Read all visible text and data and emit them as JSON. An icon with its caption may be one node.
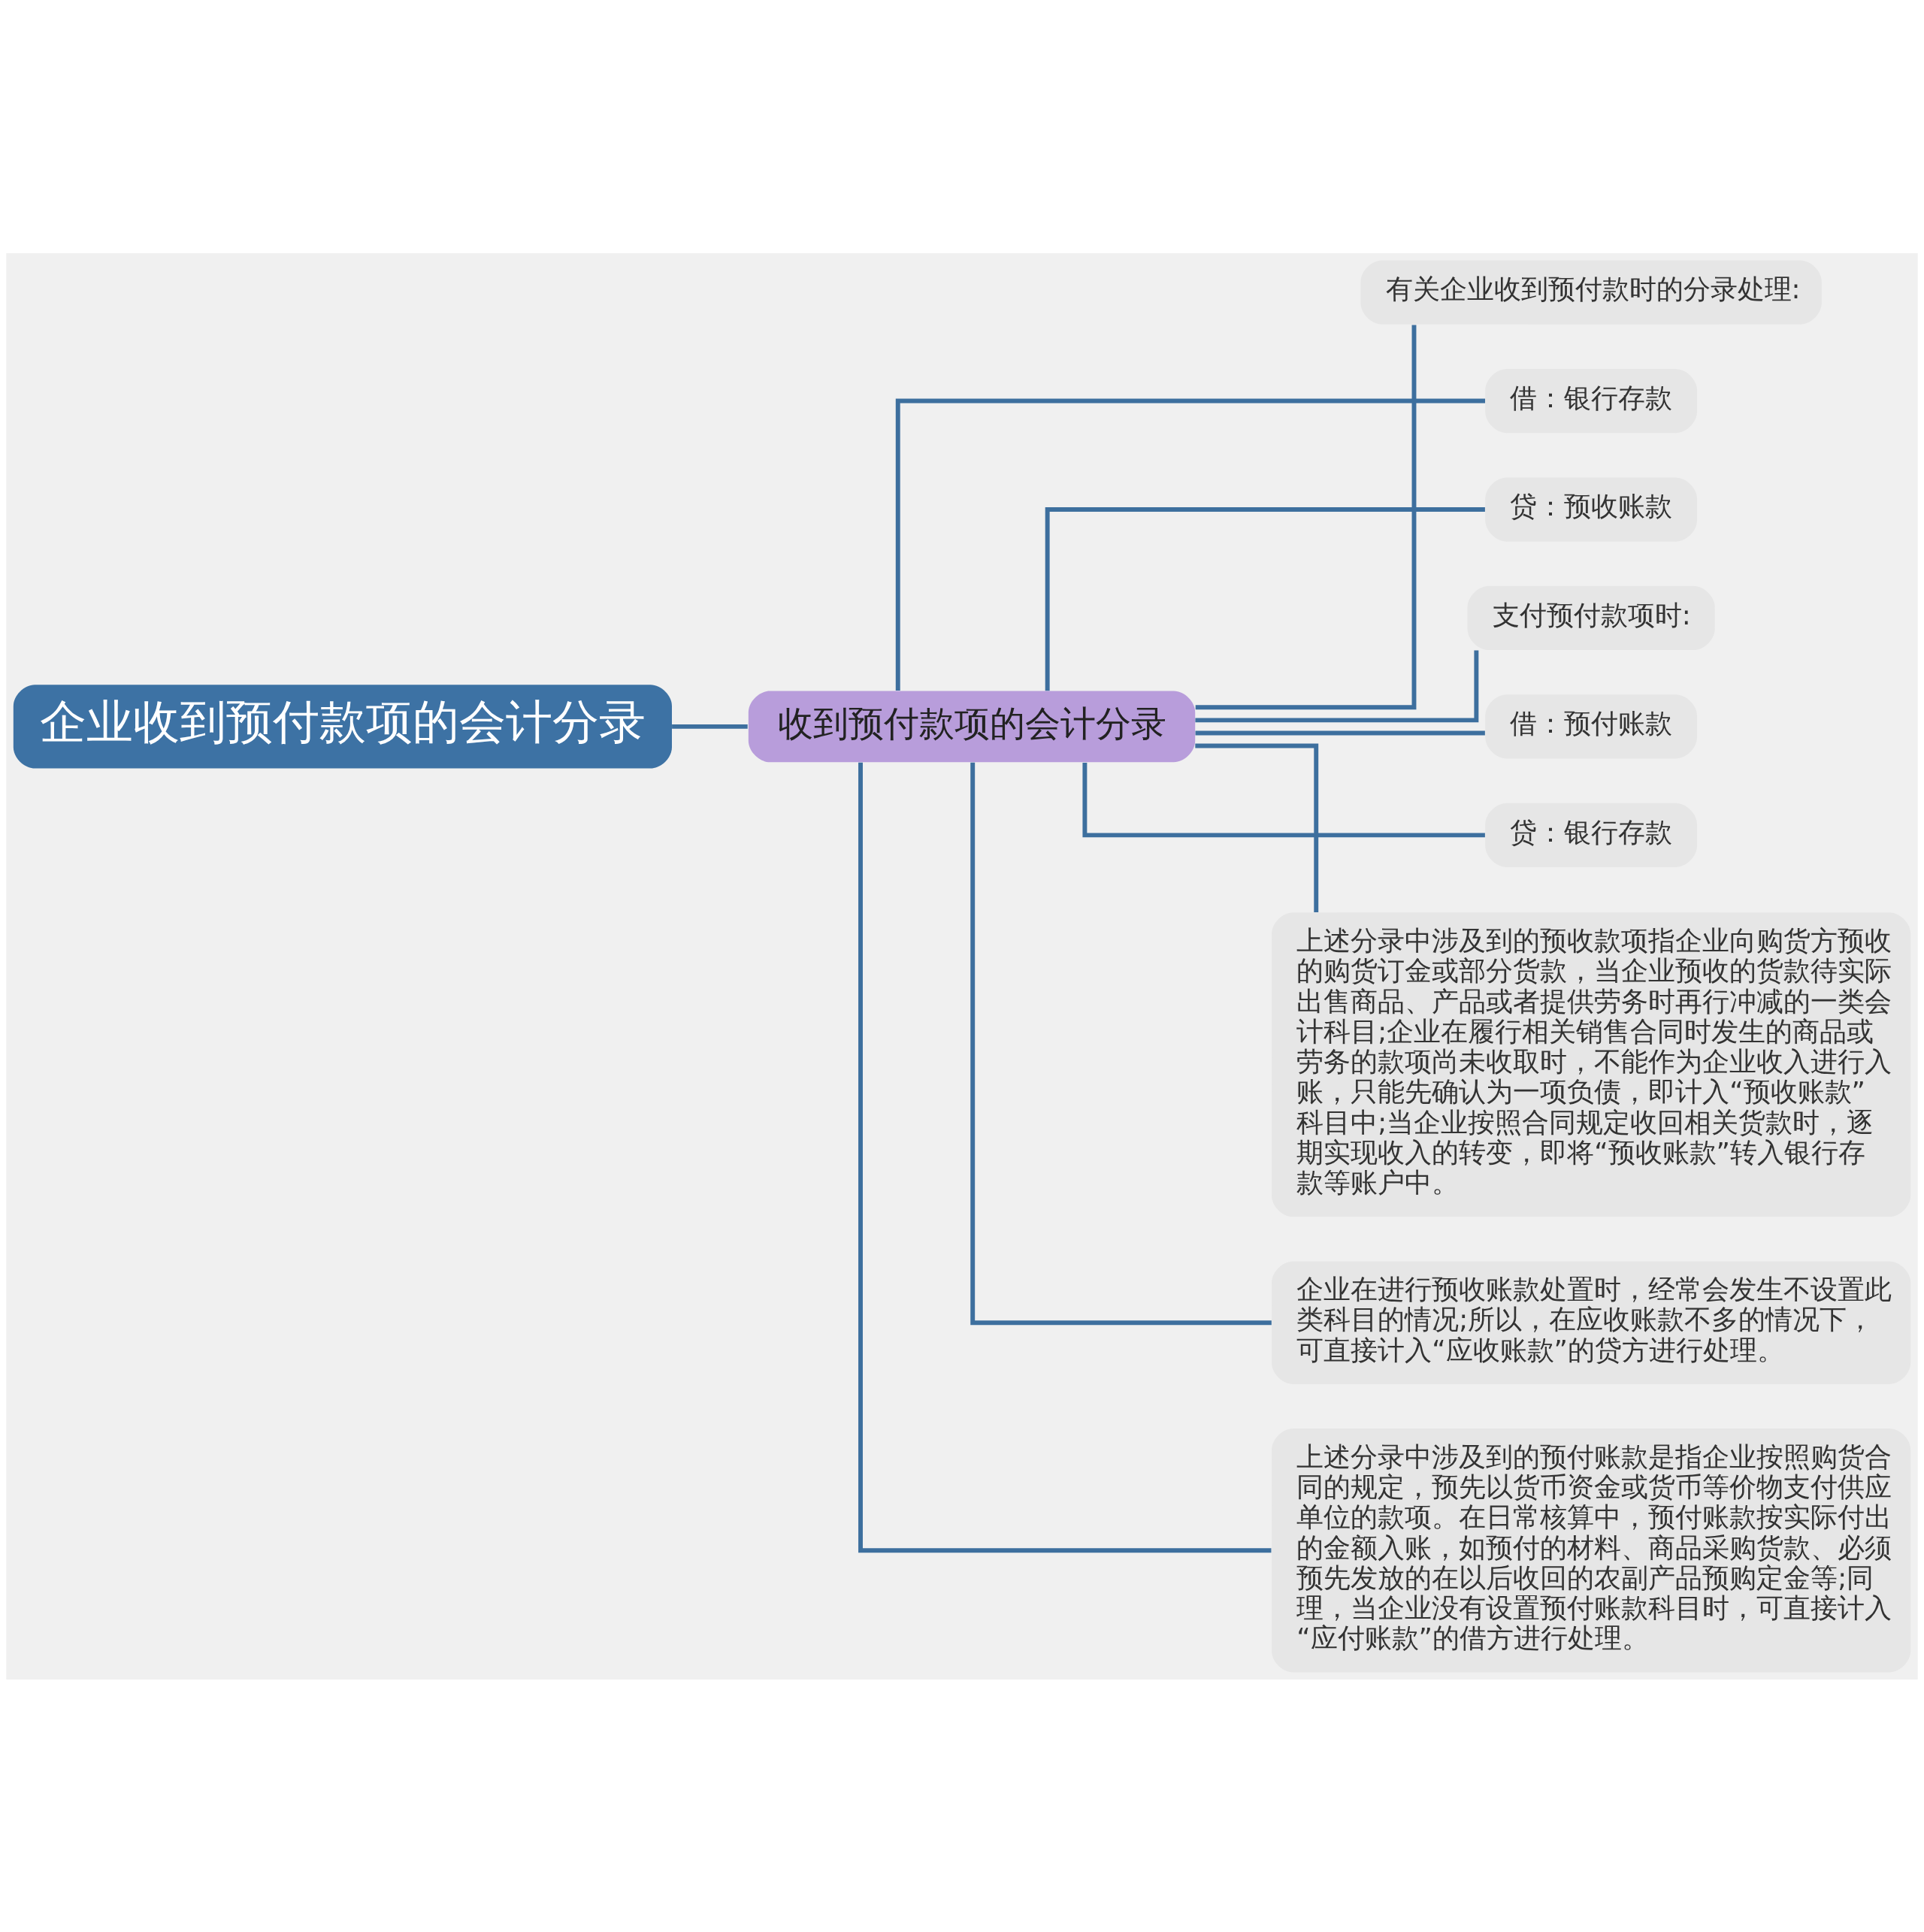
{
  "diagram": {
    "nodes": [
      {
        "text": [
          "企业收到预付款项的会计分录"
        ]
      },
      {
        "text": [
          "收到预付款项的会计分录"
        ]
      },
      {
        "text": [
          "有关企业收到预付款时的分录处理:"
        ]
      },
      {
        "text": [
          "借：银行存款"
        ]
      },
      {
        "text": [
          "贷：预收账款"
        ]
      },
      {
        "text": [
          "支付预付款项时:"
        ]
      },
      {
        "text": [
          "借：预付账款"
        ]
      },
      {
        "text": [
          "贷：银行存款"
        ]
      },
      {
        "text": [
          "上述分录中涉及到的预收款项指企业向购货方预收的购货订金或部分货款，当企业预收的货款待实际出售商品、产品或者提供劳务时再行冲减的一类会计科目;企业在履行相关销售合同时发生的商品或劳务的款项尚未收取时，不能作为企业收入进行入账，只能先确认为一项负债，即计入“预收账款”科目中;当企业按照合同规定收回相关货款时，逐期实现收入的转变，即将“预收账款”转入银行存款等账户中。"
        ]
      },
      {
        "text": [
          "企业在进行预收账款处置时，经常会发生不设置此类科目的情况;所以，在应收账款不多的情况下，可直接计入“应收账款”的贷方进行处理。"
        ]
      },
      {
        "text": [
          "上述分录中涉及到的预付账款是指企业按照购货合同的规定，预先以货币资金或货币等价物支付供应单位的款项。在日常核算中，预付账款按实际付出的金额入账，如预付的材料、商品采购货款、必须预先发放的在以后收回的农副产品预购定金等;同理，当企业没有设置预付账款科目时，可直接计入“应付账款”的借方进行处理。"
        ]
      }
    ],
    "edges": [
      {
        "from": 0,
        "to": 1,
        "arrow": "none"
      },
      {
        "from": 1,
        "to": 2,
        "arrow": "none"
      },
      {
        "from": 1,
        "to": 3,
        "arrow": "none"
      },
      {
        "from": 1,
        "to": 4,
        "arrow": "none"
      },
      {
        "from": 1,
        "to": 5,
        "arrow": "none"
      },
      {
        "from": 1,
        "to": 6,
        "arrow": "none"
      },
      {
        "from": 1,
        "to": 7,
        "arrow": "none"
      },
      {
        "from": 1,
        "to": 8,
        "arrow": "none"
      },
      {
        "from": 1,
        "to": 9,
        "arrow": "none"
      },
      {
        "from": 1,
        "to": 10,
        "arrow": "none"
      }
    ]
  }
}
